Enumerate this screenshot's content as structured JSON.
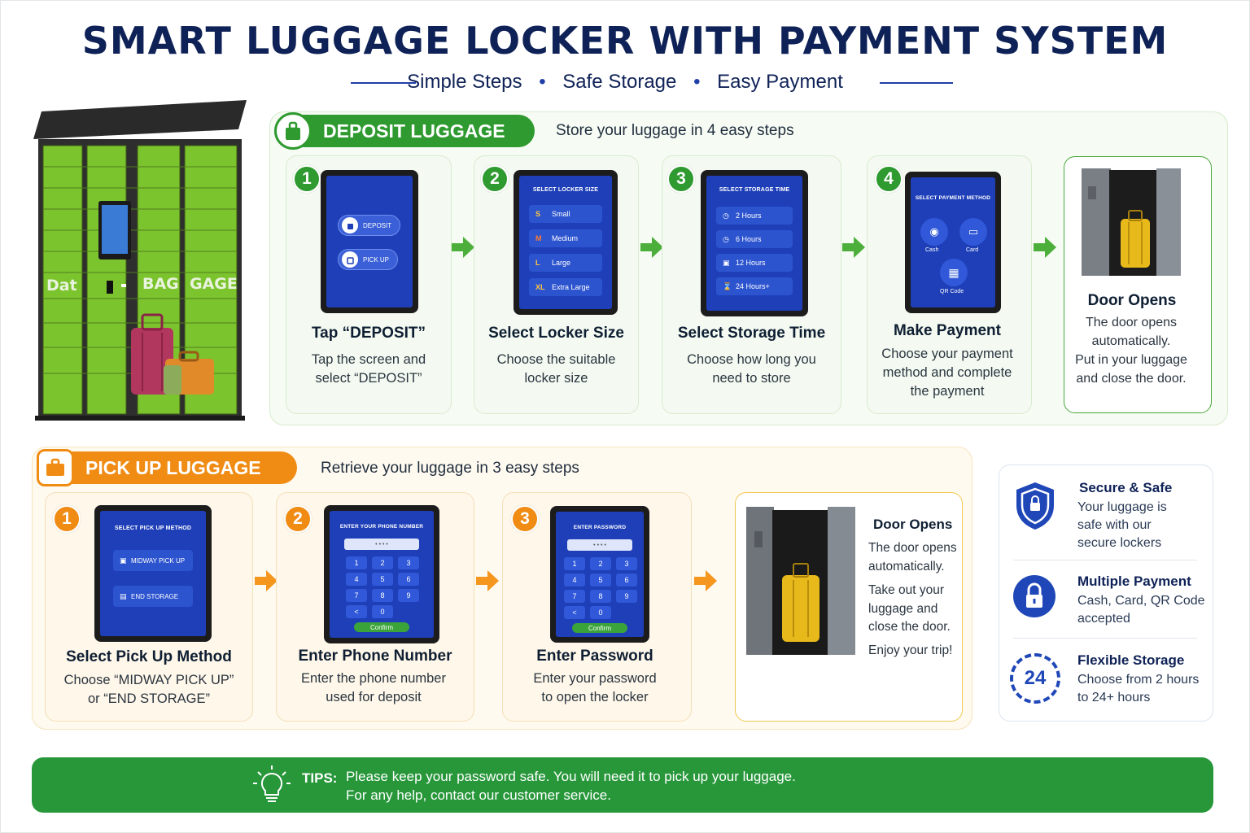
{
  "header": {
    "title": "SMART LUGGAGE LOCKER WITH PAYMENT SYSTEM",
    "tag1": "Simple Steps",
    "tag2": "Safe Storage",
    "tag3": "Easy Payment",
    "sep": "•"
  },
  "kiosk": {
    "sign_left": "Dat",
    "sign_mid": "BAG",
    "sign_right": "GAGE"
  },
  "deposit": {
    "label": "DEPOSIT LUGGAGE",
    "desc": "Store your luggage in 4 easy steps",
    "steps": [
      {
        "num": "1",
        "title": "Tap “DEPOSIT”",
        "desc1": "Tap the screen and",
        "desc2": "select “DEPOSIT”",
        "screen": {
          "btn1": "DEPOSIT",
          "btn2": "PICK UP"
        }
      },
      {
        "num": "2",
        "title": "Select Locker Size",
        "desc1": "Choose the suitable",
        "desc2": "locker size",
        "screen": {
          "heading": "SELECT LOCKER SIZE",
          "options": [
            {
              "code": "S",
              "label": "Small"
            },
            {
              "code": "M",
              "label": "Medium"
            },
            {
              "code": "L",
              "label": "Large"
            },
            {
              "code": "XL",
              "label": "Extra Large"
            }
          ]
        }
      },
      {
        "num": "3",
        "title": "Select Storage Time",
        "desc1": "Choose how long you",
        "desc2": "need to store",
        "screen": {
          "heading": "SELECT STORAGE TIME",
          "options": [
            "2 Hours",
            "6 Hours",
            "12 Hours",
            "24 Hours+"
          ]
        }
      },
      {
        "num": "4",
        "title": "Make Payment",
        "desc1": "Choose your payment",
        "desc2": "method and complete",
        "desc3": "the payment",
        "screen": {
          "heading": "SELECT PAYMENT METHOD",
          "cash": "Cash",
          "card": "Card",
          "qr": "QR Code"
        }
      }
    ],
    "final": {
      "title": "Door Opens",
      "desc1": "The door opens",
      "desc2": "automatically.",
      "desc3": "Put in your luggage",
      "desc4": "and close the door."
    }
  },
  "pickup": {
    "label": "PICK UP LUGGAGE",
    "desc": "Retrieve your luggage in 3 easy steps",
    "steps": [
      {
        "num": "1",
        "title": "Select Pick Up Method",
        "desc1": "Choose “MIDWAY PICK UP”",
        "desc2": "or “END STORAGE”",
        "screen": {
          "heading": "SELECT PICK UP METHOD",
          "btn1": "MIDWAY PICK UP",
          "btn2": "END STORAGE"
        }
      },
      {
        "num": "2",
        "title": "Enter Phone Number",
        "desc1": "Enter the phone number",
        "desc2": "used for deposit",
        "screen": {
          "heading": "ENTER YOUR PHONE NUMBER",
          "input": "• • • •",
          "confirm": "Confirm"
        }
      },
      {
        "num": "3",
        "title": "Enter Password",
        "desc1": "Enter your password",
        "desc2": "to open the locker",
        "screen": {
          "heading": "ENTER PASSWORD",
          "input": "• • • •",
          "confirm": "Confirm"
        }
      }
    ],
    "keys": [
      "1",
      "2",
      "3",
      "4",
      "5",
      "6",
      "7",
      "8",
      "9",
      "<",
      "0"
    ],
    "final": {
      "title": "Door Opens",
      "desc1": "The door opens",
      "desc2": "automatically.",
      "desc3": "Take out your",
      "desc4": "luggage and",
      "desc5": "close the door.",
      "desc6": "Enjoy your trip!"
    }
  },
  "features": [
    {
      "icon": "shield-icon",
      "title": "Secure & Safe",
      "desc1": "Your luggage is",
      "desc2": "safe with our",
      "desc3": "secure lockers"
    },
    {
      "icon": "lock-icon",
      "title": "Multiple Payment",
      "desc1": "Cash, Card, QR Code",
      "desc2": "accepted"
    },
    {
      "icon": "clock-24-icon",
      "title": "Flexible Storage",
      "desc1": "Choose from 2 hours",
      "desc2": "to 24+ hours",
      "badge": "24"
    }
  ],
  "tips": {
    "label": "TIPS:",
    "line1": "Please keep your password safe. You will need it to pick up your luggage.",
    "line2": "For any help, contact our customer service."
  },
  "colors": {
    "navy": "#0f2257",
    "green": "#2e9a2f",
    "orange": "#f08c14",
    "screen_blue": "#1e3fb8",
    "locker_green": "#7cc42e"
  }
}
